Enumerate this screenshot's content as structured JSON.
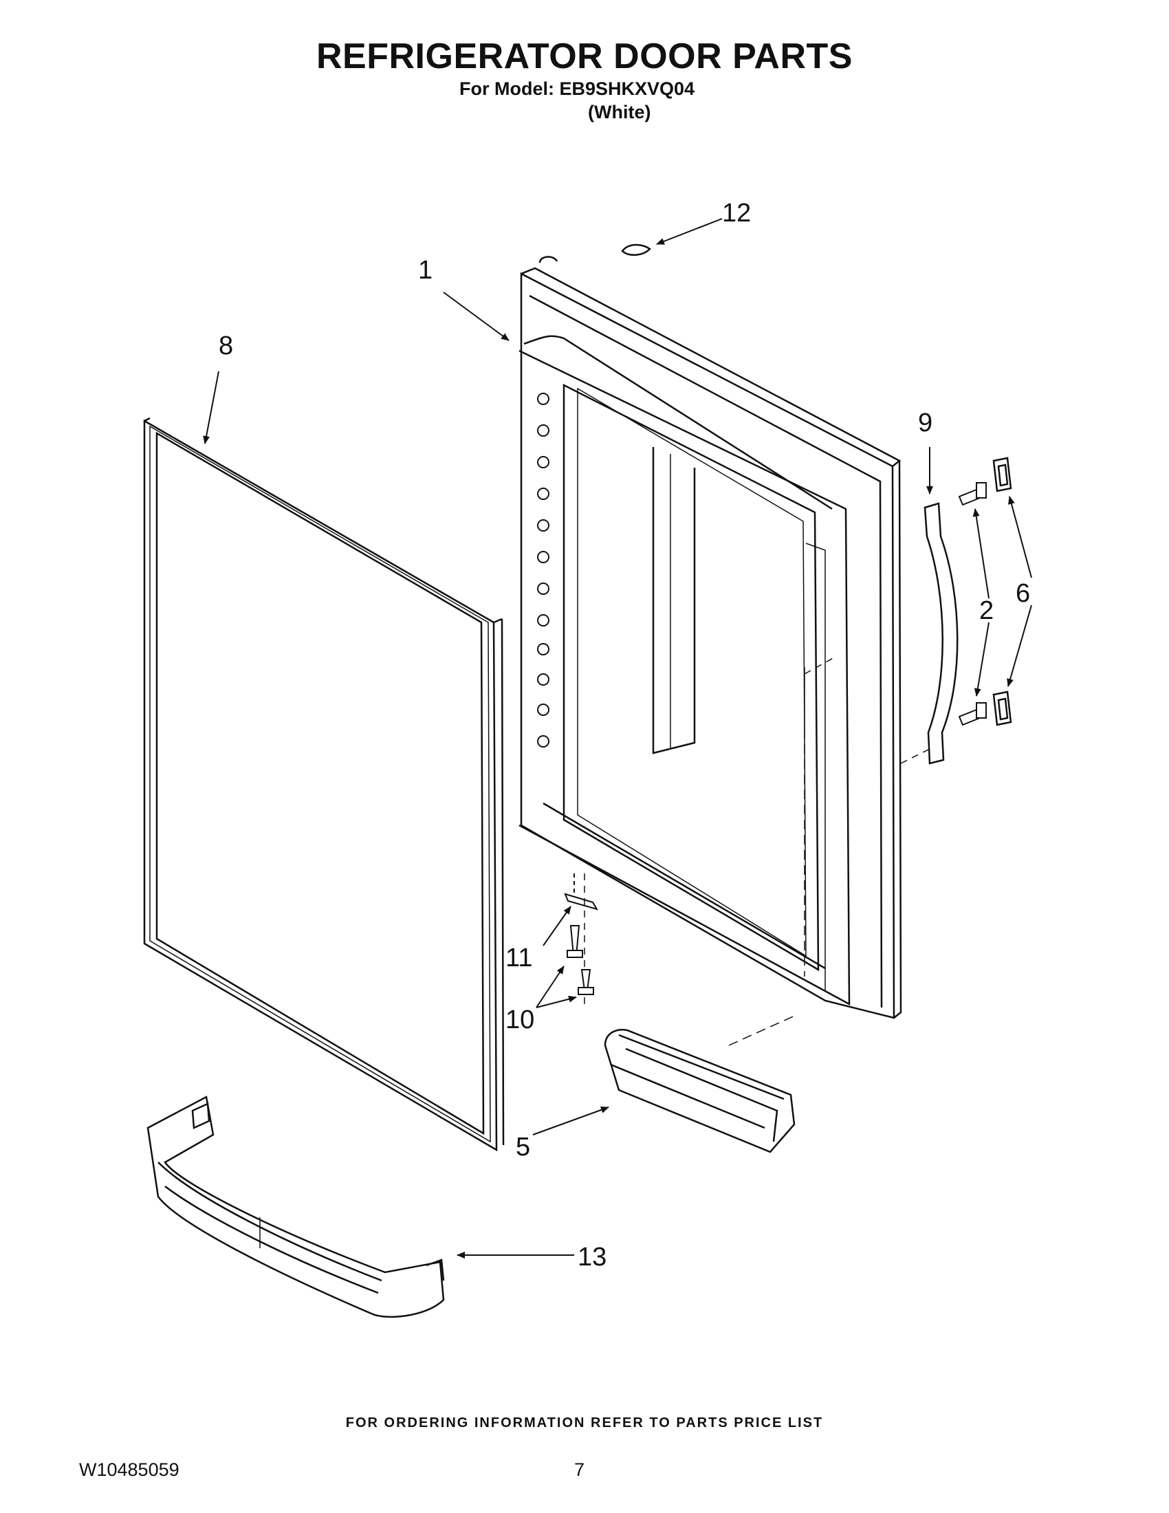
{
  "header": {
    "title": "REFRIGERATOR DOOR PARTS",
    "model_line": "For Model: EB9SHKXVQ04",
    "color_line": "(White)"
  },
  "callouts": {
    "c1": "1",
    "c2": "2",
    "c5": "5",
    "c6": "6",
    "c8": "8",
    "c9": "9",
    "c10": "10",
    "c11": "11",
    "c12": "12",
    "c13": "13"
  },
  "parts": [
    {
      "label": "1",
      "name": "door-assembly"
    },
    {
      "label": "2",
      "name": "handle-screws"
    },
    {
      "label": "5",
      "name": "door-bin"
    },
    {
      "label": "6",
      "name": "handle-end-caps"
    },
    {
      "label": "8",
      "name": "door-gasket"
    },
    {
      "label": "9",
      "name": "door-handle"
    },
    {
      "label": "10",
      "name": "hinge-screws"
    },
    {
      "label": "11",
      "name": "hinge-bracket"
    },
    {
      "label": "12",
      "name": "hinge-plug"
    },
    {
      "label": "13",
      "name": "door-rail"
    }
  ],
  "footer": {
    "ordering_note": "FOR ORDERING INFORMATION REFER TO PARTS PRICE LIST",
    "doc_number": "W10485059",
    "page_number": "7"
  }
}
